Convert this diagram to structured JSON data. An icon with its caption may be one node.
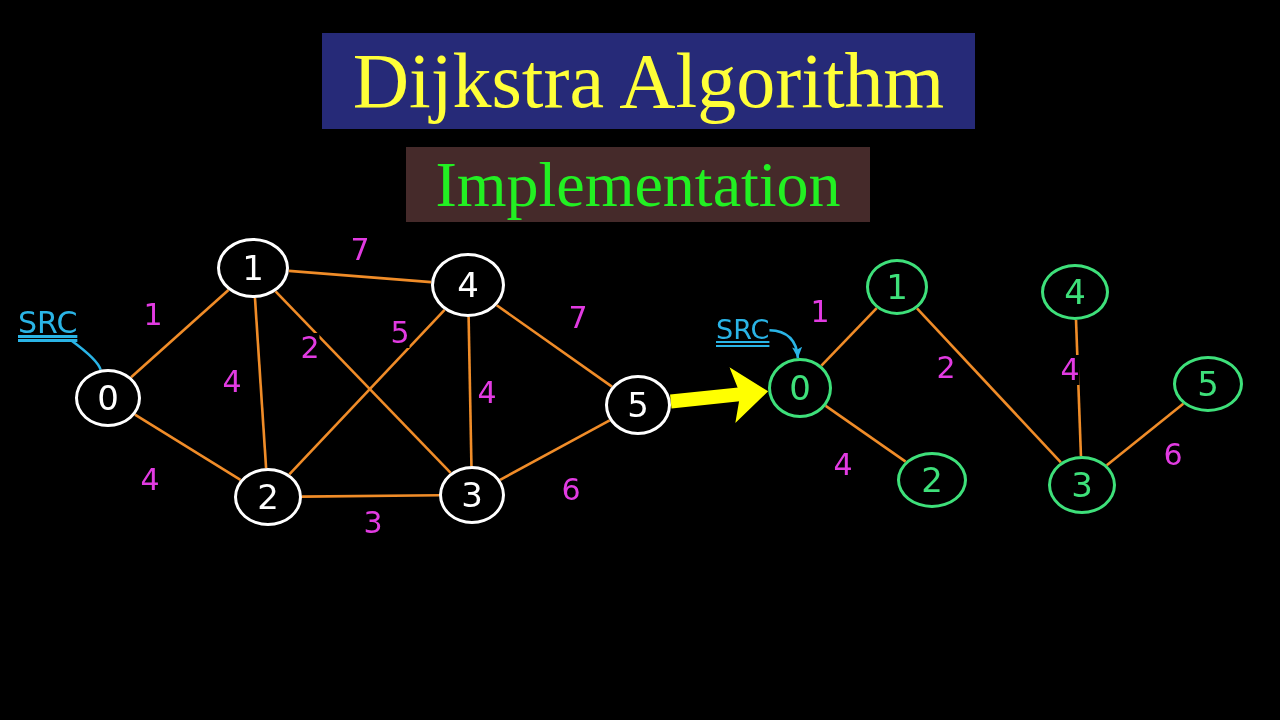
{
  "diagram": {
    "title": "Dijkstra Algorithm",
    "nodes": [
      {
        "text": [
          "SRC"
        ]
      },
      {
        "text": [
          "0"
        ]
      },
      {
        "text": [
          "1"
        ]
      },
      {
        "text": [
          "2"
        ]
      },
      {
        "text": [
          "3"
        ]
      },
      {
        "text": [
          "4"
        ]
      },
      {
        "text": [
          "5"
        ]
      },
      {
        "text": [
          "SRC"
        ]
      },
      {
        "text": [
          "0"
        ]
      },
      {
        "text": [
          "1"
        ]
      },
      {
        "text": [
          "2"
        ]
      },
      {
        "text": [
          "3"
        ]
      },
      {
        "text": [
          "4"
        ]
      },
      {
        "text": [
          "5"
        ]
      }
    ],
    "edges": [
      {
        "from": 0,
        "to": 1,
        "arrow": "none",
        "color": "#2ab4e6"
      },
      {
        "from": 1,
        "to": 2,
        "arrow": "none",
        "label": "1"
      },
      {
        "from": 1,
        "to": 3,
        "arrow": "none",
        "label": "4"
      },
      {
        "from": 2,
        "to": 5,
        "arrow": "none",
        "label": "7"
      },
      {
        "from": 2,
        "to": 3,
        "arrow": "none",
        "label": "4"
      },
      {
        "from": 2,
        "to": 4,
        "arrow": "none",
        "label": "2"
      },
      {
        "from": 5,
        "to": 3,
        "arrow": "none",
        "label": "5"
      },
      {
        "from": 5,
        "to": 4,
        "arrow": "none",
        "label": "4"
      },
      {
        "from": 5,
        "to": 6,
        "arrow": "none",
        "label": "7"
      },
      {
        "from": 3,
        "to": 4,
        "arrow": "none",
        "label": "3"
      },
      {
        "from": 4,
        "to": 6,
        "arrow": "none",
        "label": "6"
      },
      {
        "from": 6,
        "to": 8,
        "arrow": "to",
        "style": "thick",
        "color": "#ffff00"
      },
      {
        "from": 7,
        "to": 8,
        "arrow": "to",
        "color": "#2ab4e6"
      },
      {
        "from": 8,
        "to": 9,
        "arrow": "none",
        "label": "1"
      },
      {
        "from": 8,
        "to": 10,
        "arrow": "none",
        "label": "4"
      },
      {
        "from": 9,
        "to": 11,
        "arrow": "none",
        "label": "2"
      },
      {
        "from": 12,
        "to": 11,
        "arrow": "none",
        "label": "4"
      },
      {
        "from": 11,
        "to": 13,
        "arrow": "none",
        "label": "6"
      }
    ],
    "labels": [
      "Implementation"
    ]
  }
}
